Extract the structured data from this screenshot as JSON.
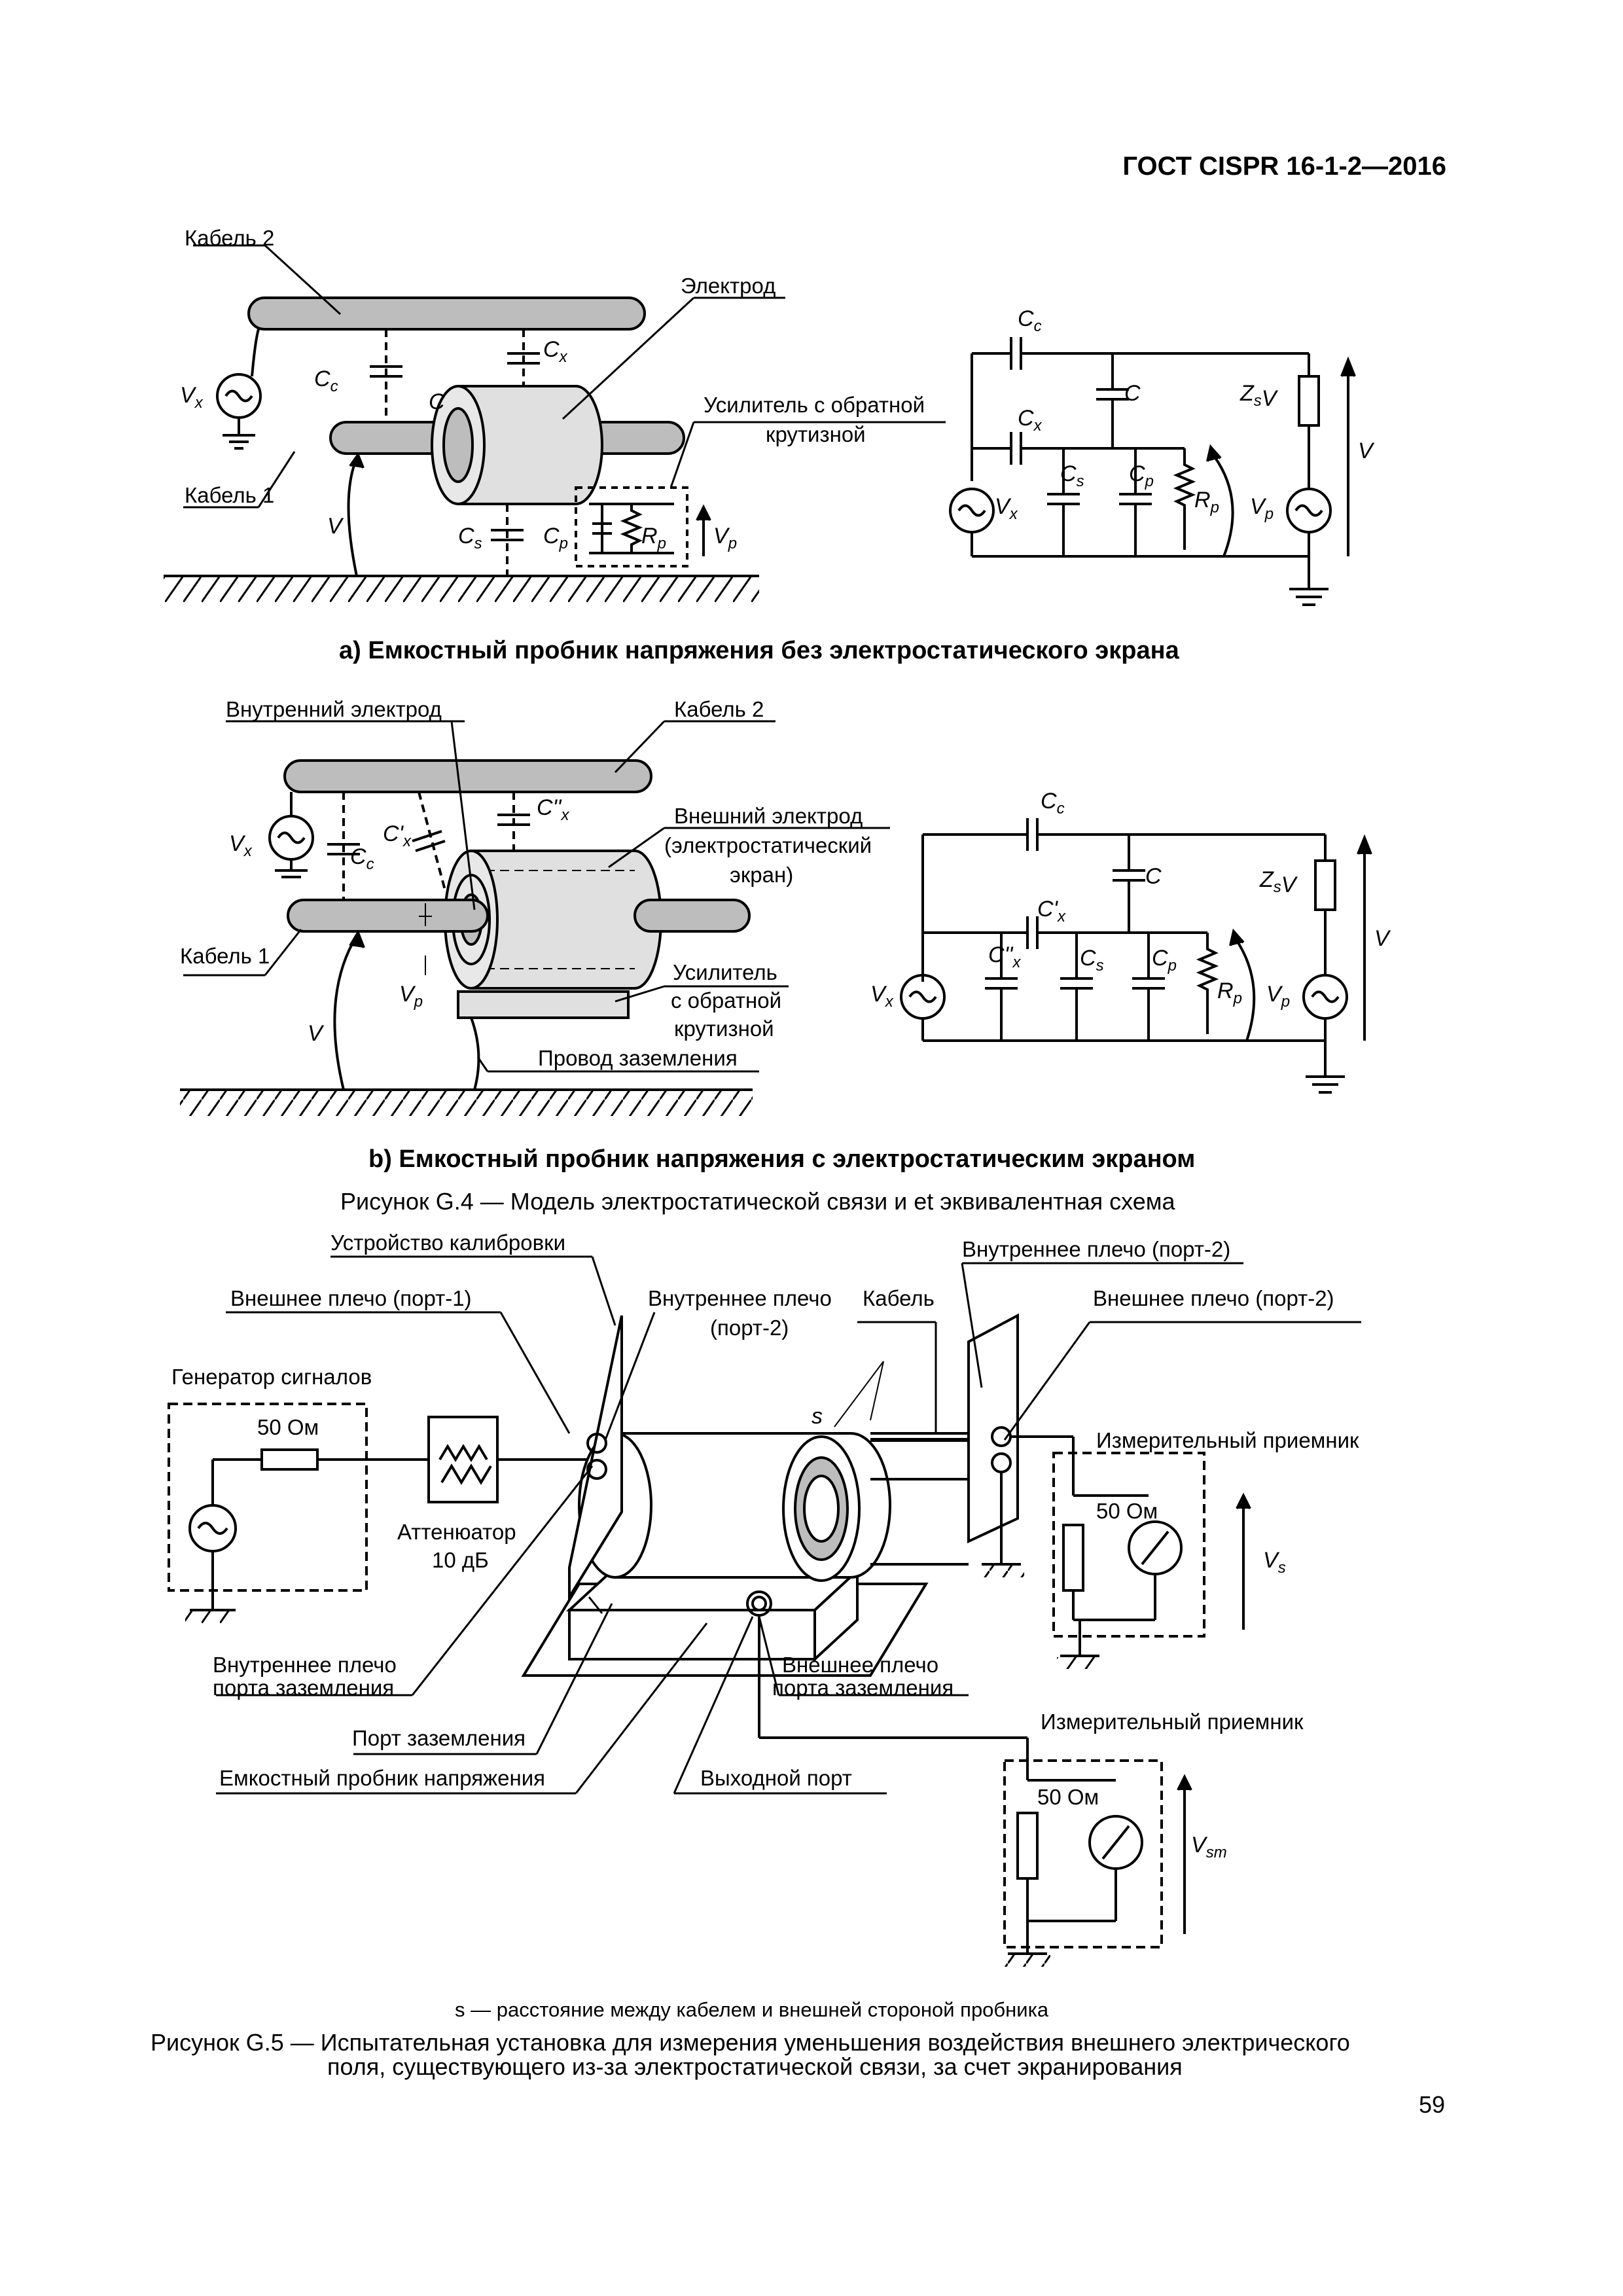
{
  "header": {
    "doc_id": "ГОСТ CISPR 16-1-2—2016"
  },
  "fig_a": {
    "cable2": "Кабель 2",
    "electrode": "Электрод",
    "amplifier": "Усилитель с обратной",
    "amplifier2": "крутизной",
    "cable1": "Кабель 1",
    "caption": "а) Емкостный пробник напряжения без электростатического экрана"
  },
  "fig_b": {
    "inner_electrode": "Внутренний электрод",
    "cable2": "Кабель 2",
    "outer_electrode": "Внешний электрод",
    "outer_electrode2": "(электростатический",
    "outer_electrode3": "экран)",
    "cable1": "Кабель 1",
    "amplifier1": "Усилитель",
    "amplifier2": "с обратной",
    "amplifier3": "крутизной",
    "ground_wire": "Провод заземления",
    "caption": "b) Емкостный пробник напряжения с электростатическим экраном"
  },
  "fig_g4_caption": "Рисунок G.4 — Модель электростатической связи и et эквивалентная схема",
  "fig_g5": {
    "calib_device": "Устройство калибровки",
    "inner_arm_top_right": "Внутреннее плечо (порт-2)",
    "outer_arm_port1": "Внешнее плечо (порт-1)",
    "inner_arm_port2_a": "Внутреннее плечо",
    "inner_arm_port2_b": "(порт-2)",
    "cable": "Кабель",
    "outer_arm_port2": "Внешнее плечо (порт-2)",
    "signal_generator": "Генератор сигналов",
    "ohm50": "50 Ом",
    "attenuator": "Аттенюатор",
    "attenuator_db": "10 дБ",
    "receiver": "Измерительный приемник",
    "receiver2": "Измерительный приемник",
    "inner_ground_arm1": "Внутреннее плечо",
    "inner_ground_arm2": "порта заземления",
    "outer_ground_arm1": "Внешнее плечо",
    "outer_ground_arm2": "порта заземления",
    "ground_port": "Порт заземления",
    "probe": "Емкостный пробник напряжения",
    "output_port": "Выходной порт",
    "s_note": "s — расстояние между кабелем и внешней стороной пробника",
    "caption1": "Рисунок G.5 — Испытательная установка для измерения уменьшения воздействия внешнего электрического",
    "caption2": "поля, существующего из-за электростатической связи, за счет экранирования"
  },
  "page_number": "59"
}
